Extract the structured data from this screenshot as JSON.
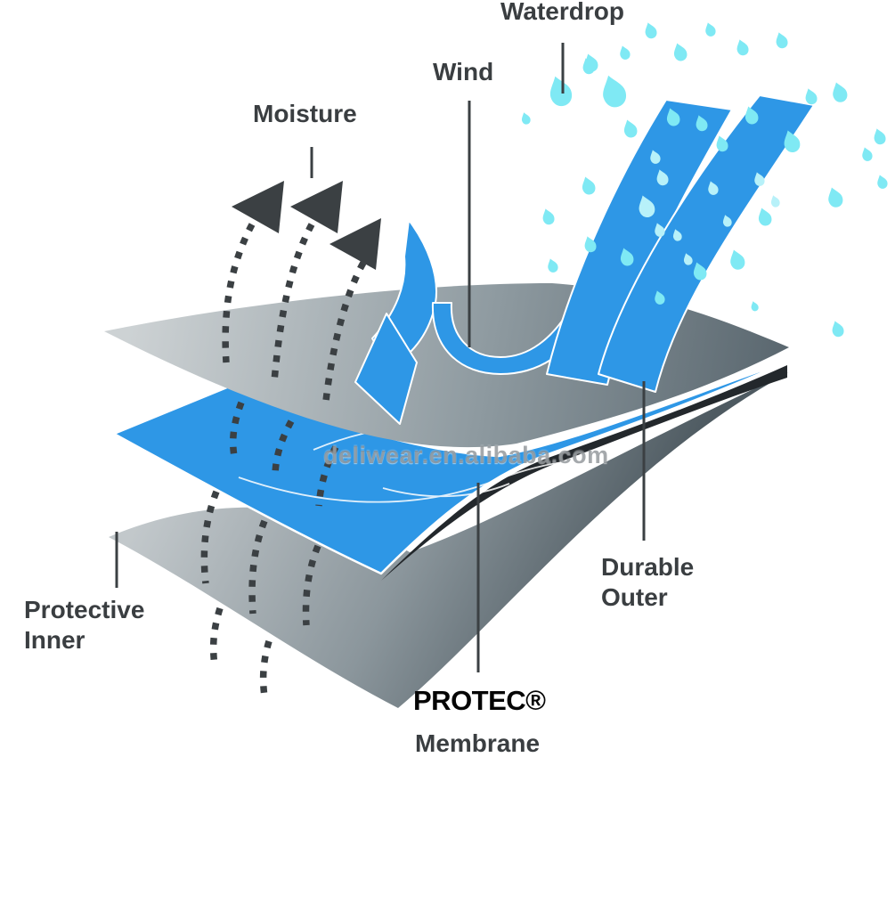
{
  "labels": {
    "waterdrop": "Waterdrop",
    "wind": "Wind",
    "moisture": "Moisture",
    "protective_inner_line1": "Protective",
    "protective_inner_line2": "Inner",
    "durable_outer_line1": "Durable",
    "durable_outer_line2": "Outer",
    "membrane_brand": "PROTEC®",
    "membrane_word": "Membrane"
  },
  "watermark": "deliwear.en.alibaba.com",
  "colors": {
    "membrane_blue": "#2e97e6",
    "drop_cyan": "#7fe9f4",
    "drop_cyan_light": "#b7f1f9",
    "label_dark": "#3a3e41",
    "dark_lining": "#23282c",
    "outer_gray_light": "#c9ced1",
    "outer_gray_dark": "#5a676f"
  },
  "illustration": {
    "layers": [
      "Durable Outer",
      "PROTEC® Membrane",
      "Protective Inner"
    ],
    "waterdrops": [
      [
        628,
        100,
        1.5,
        0
      ],
      [
        688,
        100,
        1.6,
        0
      ],
      [
        663,
        69,
        0.9,
        0
      ],
      [
        701,
        58,
        0.7,
        0
      ],
      [
        730,
        33,
        0.8,
        0
      ],
      [
        763,
        57,
        0.9,
        0
      ],
      [
        797,
        32,
        0.7,
        0
      ],
      [
        833,
        52,
        0.8,
        0
      ],
      [
        877,
        44,
        0.8,
        0
      ],
      [
        590,
        132,
        0.6,
        0
      ],
      [
        660,
        73,
        0.8,
        0
      ],
      [
        755,
        130,
        0.9,
        0
      ],
      [
        843,
        128,
        0.9,
        0
      ],
      [
        888,
        157,
        1.1,
        0
      ],
      [
        910,
        107,
        0.8,
        0
      ],
      [
        942,
        102,
        1.0,
        0
      ],
      [
        973,
        172,
        0.7,
        0
      ],
      [
        987,
        152,
        0.8,
        0
      ],
      [
        990,
        203,
        0.7,
        0
      ],
      [
        937,
        220,
        1.0,
        0
      ],
      [
        858,
        242,
        0.9,
        0
      ],
      [
        827,
        290,
        1.0,
        0
      ],
      [
        785,
        303,
        0.9,
        0
      ],
      [
        810,
        160,
        0.8,
        0
      ],
      [
        787,
        137,
        0.8,
        0
      ],
      [
        707,
        143,
        0.9,
        0
      ],
      [
        660,
        207,
        0.9,
        0
      ],
      [
        615,
        242,
        0.8,
        0
      ],
      [
        620,
        297,
        0.7,
        0
      ],
      [
        662,
        273,
        0.8,
        0
      ],
      [
        703,
        287,
        0.9,
        0
      ],
      [
        740,
        333,
        0.7,
        0
      ],
      [
        940,
        368,
        0.8,
        0
      ],
      [
        847,
        343,
        0.5,
        0
      ],
      [
        725,
        230,
        1.1,
        1
      ],
      [
        743,
        198,
        0.8,
        1
      ],
      [
        740,
        257,
        0.7,
        1
      ],
      [
        760,
        263,
        0.6,
        1
      ],
      [
        735,
        175,
        0.7,
        1
      ],
      [
        800,
        210,
        0.7,
        1
      ],
      [
        816,
        247,
        0.6,
        1
      ],
      [
        772,
        290,
        0.6,
        1
      ],
      [
        852,
        200,
        0.7,
        1
      ],
      [
        870,
        225,
        0.6,
        1
      ]
    ]
  }
}
